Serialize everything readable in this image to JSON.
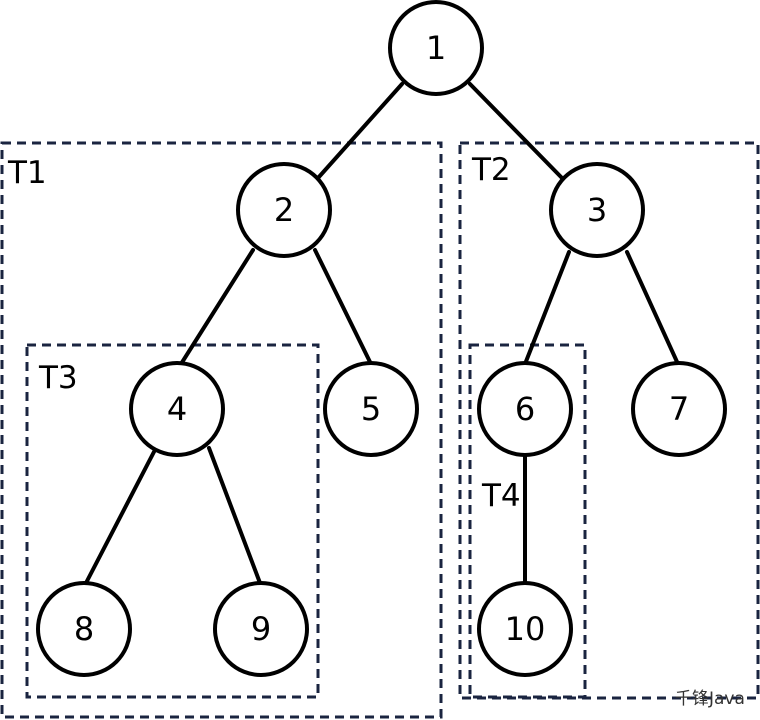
{
  "diagram": {
    "nodes": [
      {
        "id": "1",
        "label": "1"
      },
      {
        "id": "2",
        "label": "2"
      },
      {
        "id": "3",
        "label": "3"
      },
      {
        "id": "4",
        "label": "4"
      },
      {
        "id": "5",
        "label": "5"
      },
      {
        "id": "6",
        "label": "6"
      },
      {
        "id": "7",
        "label": "7"
      },
      {
        "id": "8",
        "label": "8"
      },
      {
        "id": "9",
        "label": "9"
      },
      {
        "id": "10",
        "label": "10"
      }
    ],
    "edges": [
      {
        "from": "1",
        "to": "2"
      },
      {
        "from": "1",
        "to": "3"
      },
      {
        "from": "2",
        "to": "4"
      },
      {
        "from": "2",
        "to": "5"
      },
      {
        "from": "3",
        "to": "6"
      },
      {
        "from": "3",
        "to": "7"
      },
      {
        "from": "4",
        "to": "8"
      },
      {
        "from": "4",
        "to": "9"
      },
      {
        "from": "6",
        "to": "10"
      }
    ],
    "subtrees": [
      {
        "label": "T1",
        "root": "2"
      },
      {
        "label": "T2",
        "root": "3"
      },
      {
        "label": "T3",
        "root": "4"
      },
      {
        "label": "T4",
        "root": "6"
      }
    ]
  },
  "watermark": "千锋Java",
  "colors": {
    "line": "#000000",
    "box": "#1a2440"
  }
}
